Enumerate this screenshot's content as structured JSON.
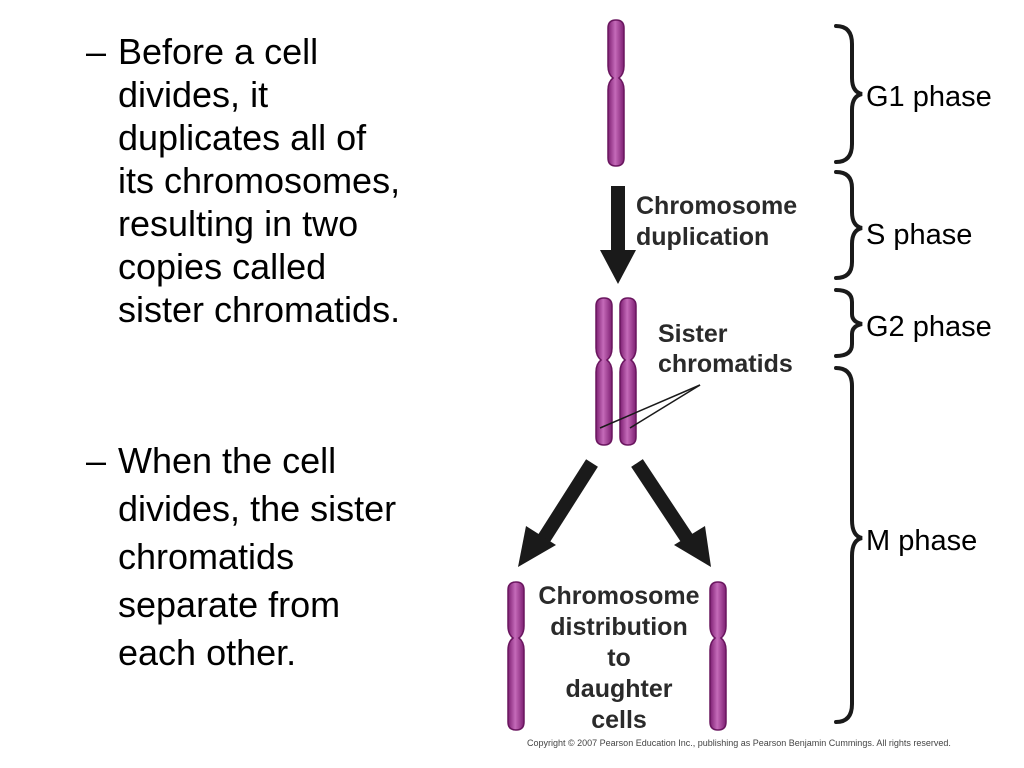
{
  "bullets": [
    {
      "marker": "–",
      "lines": [
        "Before a cell",
        "divides, it",
        "duplicates all of",
        "its chromosomes,",
        "resulting in two",
        "copies called",
        "sister chromatids."
      ]
    },
    {
      "marker": "–",
      "lines": [
        "When the cell",
        "divides, the sister",
        "chromatids",
        "separate from",
        "each other."
      ]
    }
  ],
  "diagram": {
    "duplication_label": [
      "Chromosome",
      "duplication"
    ],
    "sister_label": [
      "Sister",
      "chromatids"
    ],
    "distribution_label": [
      "Chromosome",
      "distribution",
      "to",
      "daughter",
      "cells"
    ]
  },
  "phases": {
    "g1": "G1 phase",
    "s": "S phase",
    "g2": "G2 phase",
    "m": "M phase"
  },
  "copyright": "Copyright © 2007 Pearson Education Inc., publishing as Pearson Benjamin Cummings. All rights reserved.",
  "colors": {
    "chromosome": "#9c2b8f",
    "chromosome_highlight": "#c46ab9",
    "arrow": "#1a1a1a"
  }
}
